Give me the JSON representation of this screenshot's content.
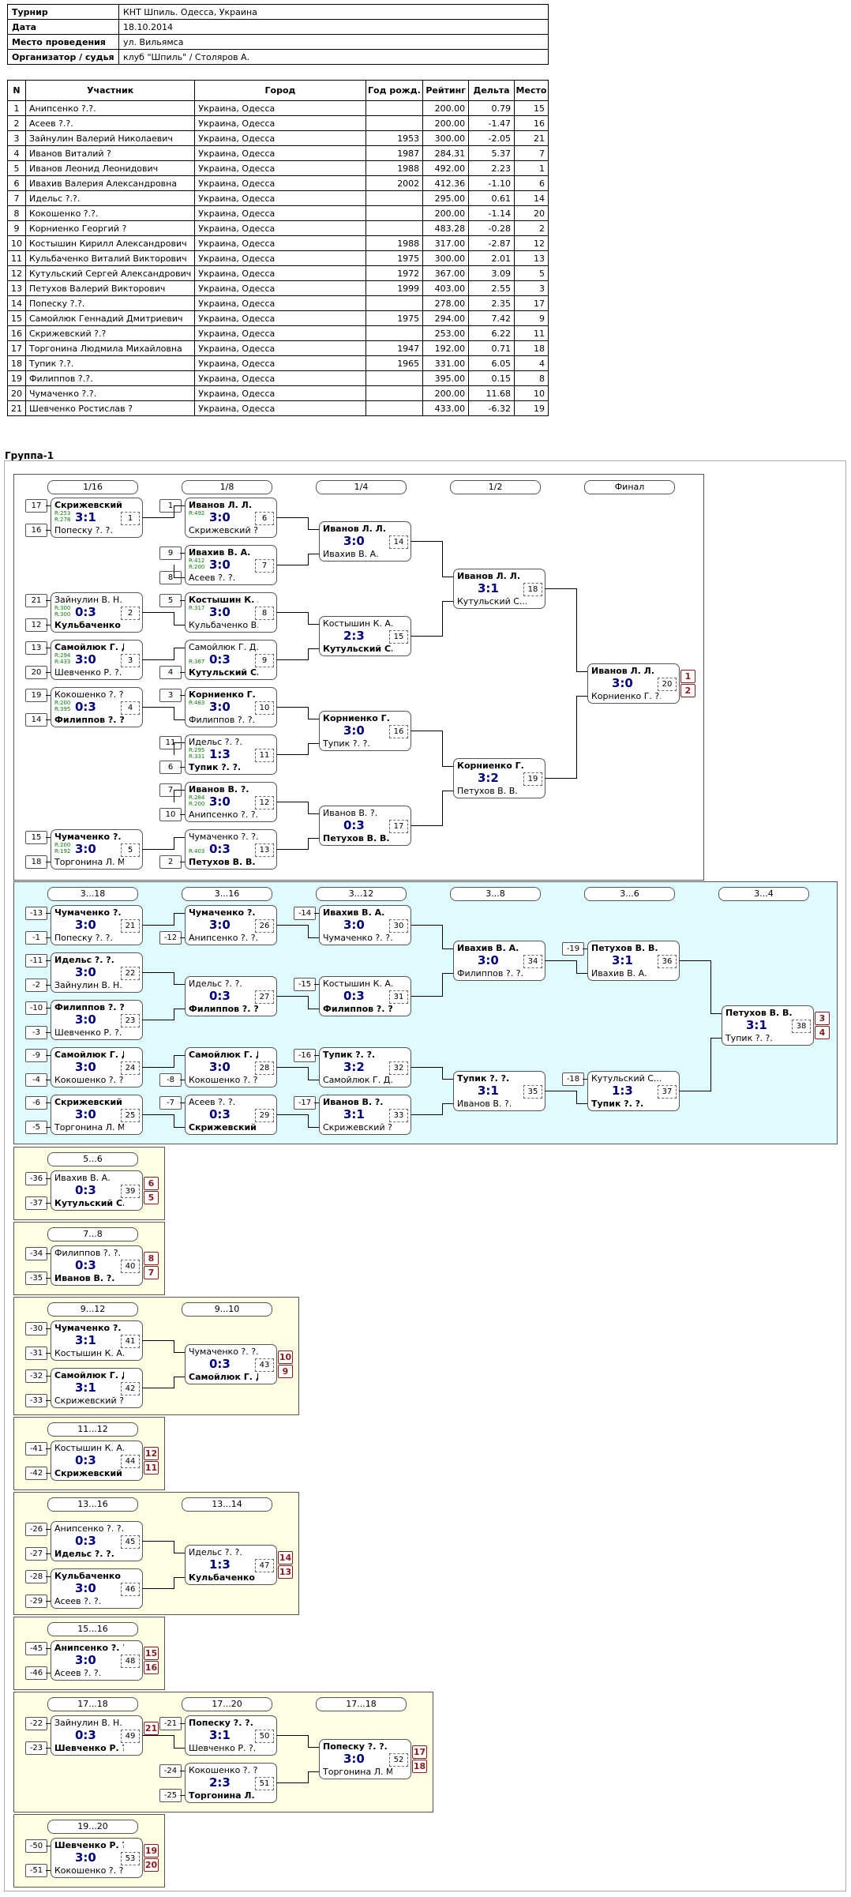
{
  "info": [
    {
      "k": "Турнир",
      "v": "КНТ Шпиль. Одесса, Украина"
    },
    {
      "k": "Дата",
      "v": "18.10.2014"
    },
    {
      "k": "Место проведения",
      "v": "ул. Вильямса"
    },
    {
      "k": "Организатор / судья",
      "v": "клуб \"Шпиль\" / Столяров А."
    }
  ],
  "participants": {
    "headers": [
      "N",
      "Участник",
      "Город",
      "Год рожд.",
      "Рейтинг",
      "Дельта",
      "Место"
    ],
    "rows": [
      [
        "1",
        "Анипсенко ?.?.",
        "Украина, Одесса",
        "",
        "200.00",
        "0.79",
        "15"
      ],
      [
        "2",
        "Асеев ?.?.",
        "Украина, Одесса",
        "",
        "200.00",
        "-1.47",
        "16"
      ],
      [
        "3",
        "Зайнулин Валерий Николаевич",
        "Украина, Одесса",
        "1953",
        "300.00",
        "-2.05",
        "21"
      ],
      [
        "4",
        "Иванов Виталий ?",
        "Украина, Одесса",
        "1987",
        "284.31",
        "5.37",
        "7"
      ],
      [
        "5",
        "Иванов Леонид Леонидович",
        "Украина, Одесса",
        "1988",
        "492.00",
        "2.23",
        "1"
      ],
      [
        "6",
        "Ивахив Валерия Александровна",
        "Украина, Одесса",
        "2002",
        "412.36",
        "-1.10",
        "6"
      ],
      [
        "7",
        "Идельс ?.?.",
        "Украина, Одесса",
        "",
        "295.00",
        "0.61",
        "14"
      ],
      [
        "8",
        "Кокошенко ?.?.",
        "Украина, Одесса",
        "",
        "200.00",
        "-1.14",
        "20"
      ],
      [
        "9",
        "Корниенко Георгий ?",
        "Украина, Одесса",
        "",
        "483.28",
        "-0.28",
        "2"
      ],
      [
        "10",
        "Костышин Кирилл Александрович",
        "Украина, Одесса",
        "1988",
        "317.00",
        "-2.87",
        "12"
      ],
      [
        "11",
        "Кульбаченко Виталий Викторович",
        "Украина, Одесса",
        "1975",
        "300.00",
        "2.01",
        "13"
      ],
      [
        "12",
        "Кутульский Сергей Александрович",
        "Украина, Одесса",
        "1972",
        "367.00",
        "3.09",
        "5"
      ],
      [
        "13",
        "Петухов Валерий Викторович",
        "Украина, Одесса",
        "1999",
        "403.00",
        "2.55",
        "3"
      ],
      [
        "14",
        "Попеску ?.?.",
        "Украина, Одесса",
        "",
        "278.00",
        "2.35",
        "17"
      ],
      [
        "15",
        "Самойлюк Геннадий Дмитриевич",
        "Украина, Одесса",
        "1975",
        "294.00",
        "7.42",
        "9"
      ],
      [
        "16",
        "Скрижевский ?.?",
        "Украина, Одесса",
        "",
        "253.00",
        "6.22",
        "11"
      ],
      [
        "17",
        "Торгонина Людмила Михайловна",
        "Украина, Одесса",
        "1947",
        "192.00",
        "0.71",
        "18"
      ],
      [
        "18",
        "Тупик ?.?.",
        "Украина, Одесса",
        "1965",
        "331.00",
        "6.05",
        "4"
      ],
      [
        "19",
        "Филиппов ?.?.",
        "Украина, Одесса",
        "",
        "395.00",
        "0.15",
        "8"
      ],
      [
        "20",
        "Чумаченко ?.?.",
        "Украина, Одесса",
        "",
        "200.00",
        "11.68",
        "10"
      ],
      [
        "21",
        "Шевченко Ростислав ?",
        "Украина, Одесса",
        "",
        "433.00",
        "-6.32",
        "19"
      ]
    ]
  },
  "group_title": "Группа-1",
  "colors": {
    "score": "#000080",
    "rating": "#0a7d0a",
    "place": "#8b1a1a",
    "consolation_bg": "#e0fbfd",
    "lower_bg": "#ffffe4"
  },
  "panels": [
    {
      "id": "main",
      "rounds": [
        "1/16",
        "1/8",
        "1/4",
        "1/2",
        "Финал"
      ],
      "matches": [
        {
          "p1": "Скрижевский ?...",
          "p2": "Попеску ?. ?.",
          "w": 1,
          "score": "3:1",
          "num": "1",
          "r1": "R:253",
          "r2": "R:278",
          "s1": "17",
          "s2": "16"
        },
        {
          "p1": "Зайнулин В. Н.",
          "p2": "Кульбаченко В...",
          "w": 2,
          "score": "0:3",
          "num": "2",
          "r1": "R:300",
          "r2": "R:300",
          "s1": "21",
          "s2": "12"
        },
        {
          "p1": "Самойлюк Г. Д.",
          "p2": "Шевченко Р. ?.",
          "w": 1,
          "score": "3:0",
          "num": "3",
          "r1": "R:294",
          "r2": "R:433",
          "s1": "13",
          "s2": "20"
        },
        {
          "p1": "Кокошенко ?. ?.",
          "p2": "Филиппов ?. ?.",
          "w": 2,
          "score": "0:3",
          "num": "4",
          "r1": "R:200",
          "r2": "R:395",
          "s1": "19",
          "s2": "14"
        },
        {
          "p1": "Чумаченко ?. ?.",
          "p2": "Торгонина Л. М.",
          "w": 1,
          "score": "3:0",
          "num": "5",
          "r1": "R:200",
          "r2": "R:192",
          "s1": "15",
          "s2": "18"
        },
        {
          "p1": "Иванов Л. Л.",
          "p2": "Скрижевский ?...",
          "w": 1,
          "score": "3:0",
          "num": "6",
          "r1": "R:492",
          "r2": "",
          "s1": "1",
          "s2": ""
        },
        {
          "p1": "Ивахив В. А.",
          "p2": "Асеев ?. ?.",
          "w": 1,
          "score": "3:0",
          "num": "7",
          "r1": "R:412",
          "r2": "R:200",
          "s1": "9",
          "s2": "8"
        },
        {
          "p1": "Костышин К. А.",
          "p2": "Кульбаченко В...",
          "w": 1,
          "score": "3:0",
          "num": "8",
          "r1": "R:317",
          "r2": "",
          "s1": "5",
          "s2": ""
        },
        {
          "p1": "Самойлюк Г. Д.",
          "p2": "Кутульский С...",
          "w": 2,
          "score": "0:3",
          "num": "9",
          "r1": "",
          "r2": "R:367",
          "s1": "",
          "s2": "4"
        },
        {
          "p1": "Корниенко Г. ?.",
          "p2": "Филиппов ?. ?.",
          "w": 1,
          "score": "3:0",
          "num": "10",
          "r1": "R:483",
          "r2": "",
          "s1": "3",
          "s2": ""
        },
        {
          "p1": "Идельс ?. ?.",
          "p2": "Тупик ?. ?.",
          "w": 2,
          "score": "1:3",
          "num": "11",
          "r1": "R:295",
          "r2": "R:331",
          "s1": "11",
          "s2": "6"
        },
        {
          "p1": "Иванов В. ?.",
          "p2": "Анипсенко ?. ?.",
          "w": 1,
          "score": "3:0",
          "num": "12",
          "r1": "R:284",
          "r2": "R:200",
          "s1": "7",
          "s2": "10"
        },
        {
          "p1": "Чумаченко ?. ?.",
          "p2": "Петухов В. В.",
          "w": 2,
          "score": "0:3",
          "num": "13",
          "r1": "",
          "r2": "R:403",
          "s1": "",
          "s2": "2"
        },
        {
          "p1": "Иванов Л. Л.",
          "p2": "Ивахив В. А.",
          "w": 1,
          "score": "3:0",
          "num": "14"
        },
        {
          "p1": "Костышин К. А.",
          "p2": "Кутульский С...",
          "w": 2,
          "score": "2:3",
          "num": "15"
        },
        {
          "p1": "Корниенко Г. ?.",
          "p2": "Тупик ?. ?.",
          "w": 1,
          "score": "3:0",
          "num": "16"
        },
        {
          "p1": "Иванов В. ?.",
          "p2": "Петухов В. В.",
          "w": 2,
          "score": "0:3",
          "num": "17"
        },
        {
          "p1": "Иванов Л. Л.",
          "p2": "Кутульский С...",
          "w": 1,
          "score": "3:1",
          "num": "18"
        },
        {
          "p1": "Корниенко Г. ?.",
          "p2": "Петухов В. В.",
          "w": 1,
          "score": "3:2",
          "num": "19"
        },
        {
          "p1": "Иванов Л. Л.",
          "p2": "Корниенко Г. ?.",
          "w": 1,
          "score": "3:0",
          "num": "20",
          "pl1": "1",
          "pl2": "2"
        }
      ]
    },
    {
      "id": "cons",
      "rounds": [
        "3...18",
        "3...16",
        "3...12",
        "3...8",
        "3...6",
        "3...4"
      ],
      "matches": [
        {
          "p1": "Чумаченко ?. ?.",
          "p2": "Попеску ?. ?.",
          "w": 1,
          "score": "3:0",
          "num": "21",
          "s1": "-13",
          "s2": "-1"
        },
        {
          "p1": "Идельс ?. ?.",
          "p2": "Зайнулин В. Н.",
          "w": 1,
          "score": "3:0",
          "num": "22",
          "s1": "-11",
          "s2": "-2"
        },
        {
          "p1": "Филиппов ?. ?.",
          "p2": "Шевченко Р. ?.",
          "w": 1,
          "score": "3:0",
          "num": "23",
          "s1": "-10",
          "s2": "-3"
        },
        {
          "p1": "Самойлюк Г. Д.",
          "p2": "Кокошенко ?. ?.",
          "w": 1,
          "score": "3:0",
          "num": "24",
          "s1": "-9",
          "s2": "-4"
        },
        {
          "p1": "Скрижевский ?...",
          "p2": "Торгонина Л. М.",
          "w": 1,
          "score": "3:0",
          "num": "25",
          "s1": "-6",
          "s2": "-5"
        },
        {
          "p1": "Чумаченко ?. ?.",
          "p2": "Анипсенко ?. ?.",
          "w": 1,
          "score": "3:0",
          "num": "26",
          "s2": "-12"
        },
        {
          "p1": "Идельс ?. ?.",
          "p2": "Филиппов ?. ?.",
          "w": 2,
          "score": "0:3",
          "num": "27"
        },
        {
          "p1": "Самойлюк Г. Д.",
          "p2": "Кокошенко ?. ?.",
          "w": 1,
          "score": "3:0",
          "num": "28",
          "s2": "-8"
        },
        {
          "p1": "Асеев ?. ?.",
          "p2": "Скрижевский ?...",
          "w": 2,
          "score": "0:3",
          "num": "29",
          "s1": "-7"
        },
        {
          "p1": "Ивахив В. А.",
          "p2": "Чумаченко ?. ?.",
          "w": 1,
          "score": "3:0",
          "num": "30",
          "s1": "-14"
        },
        {
          "p1": "Костышин К. А.",
          "p2": "Филиппов ?. ?.",
          "w": 2,
          "score": "0:3",
          "num": "31",
          "s1": "-15"
        },
        {
          "p1": "Тупик ?. ?.",
          "p2": "Самойлюк Г. Д.",
          "w": 1,
          "score": "3:2",
          "num": "32",
          "s1": "-16"
        },
        {
          "p1": "Иванов В. ?.",
          "p2": "Скрижевский ?...",
          "w": 1,
          "score": "3:1",
          "num": "33",
          "s1": "-17"
        },
        {
          "p1": "Ивахив В. А.",
          "p2": "Филиппов ?. ?.",
          "w": 1,
          "score": "3:0",
          "num": "34"
        },
        {
          "p1": "Тупик ?. ?.",
          "p2": "Иванов В. ?.",
          "w": 1,
          "score": "3:1",
          "num": "35"
        },
        {
          "p1": "Петухов В. В.",
          "p2": "Ивахив В. А.",
          "w": 1,
          "score": "3:1",
          "num": "36",
          "s1": "-19"
        },
        {
          "p1": "Кутульский С...",
          "p2": "Тупик ?. ?.",
          "w": 2,
          "score": "1:3",
          "num": "37",
          "s1": "-18"
        },
        {
          "p1": "Петухов В. В.",
          "p2": "Тупик ?. ?.",
          "w": 1,
          "score": "3:1",
          "num": "38",
          "pl1": "3",
          "pl2": "4"
        }
      ]
    },
    {
      "id": "p56",
      "rounds": [
        "5...6"
      ],
      "matches": [
        {
          "p1": "Ивахив В. А.",
          "p2": "Кутульский С...",
          "w": 2,
          "score": "0:3",
          "num": "39",
          "s1": "-36",
          "s2": "-37",
          "pl1": "6",
          "pl2": "5"
        }
      ]
    },
    {
      "id": "p78",
      "rounds": [
        "7...8"
      ],
      "matches": [
        {
          "p1": "Филиппов ?. ?.",
          "p2": "Иванов В. ?.",
          "w": 2,
          "score": "0:3",
          "num": "40",
          "s1": "-34",
          "s2": "-35",
          "pl1": "8",
          "pl2": "7"
        }
      ]
    },
    {
      "id": "p912",
      "rounds": [
        "9...12",
        "9...10"
      ],
      "matches": [
        {
          "p1": "Чумаченко ?. ?.",
          "p2": "Костышин К. А.",
          "w": 1,
          "score": "3:1",
          "num": "41",
          "s1": "-30",
          "s2": "-31"
        },
        {
          "p1": "Самойлюк Г. Д.",
          "p2": "Скрижевский ?...",
          "w": 1,
          "score": "3:1",
          "num": "42",
          "s1": "-32",
          "s2": "-33"
        },
        {
          "p1": "Чумаченко ?. ?.",
          "p2": "Самойлюк Г. Д.",
          "w": 2,
          "score": "0:3",
          "num": "43",
          "pl1": "10",
          "pl2": "9"
        }
      ]
    },
    {
      "id": "p1112",
      "rounds": [
        "11...12"
      ],
      "matches": [
        {
          "p1": "Костышин К. А.",
          "p2": "Скрижевский ?...",
          "w": 2,
          "score": "0:3",
          "num": "44",
          "s1": "-41",
          "s2": "-42",
          "pl1": "12",
          "pl2": "11"
        }
      ]
    },
    {
      "id": "p1316",
      "rounds": [
        "13...16",
        "13...14"
      ],
      "matches": [
        {
          "p1": "Анипсенко ?. ?.",
          "p2": "Идельс ?. ?.",
          "w": 2,
          "score": "0:3",
          "num": "45",
          "s1": "-26",
          "s2": "-27"
        },
        {
          "p1": "Кульбаченко В...",
          "p2": "Асеев ?. ?.",
          "w": 1,
          "score": "3:0",
          "num": "46",
          "s1": "-28",
          "s2": "-29"
        },
        {
          "p1": "Идельс ?. ?.",
          "p2": "Кульбаченко В...",
          "w": 2,
          "score": "1:3",
          "num": "47",
          "pl1": "14",
          "pl2": "13"
        }
      ]
    },
    {
      "id": "p1516",
      "rounds": [
        "15...16"
      ],
      "matches": [
        {
          "p1": "Анипсенко ?. ?.",
          "p2": "Асеев ?. ?.",
          "w": 1,
          "score": "3:0",
          "num": "48",
          "s1": "-45",
          "s2": "-46",
          "pl1": "15",
          "pl2": "16"
        }
      ]
    },
    {
      "id": "p1718",
      "rounds": [
        "17...18",
        "17...20",
        "17...18"
      ],
      "matches": [
        {
          "p1": "Зайнулин В. Н.",
          "p2": "Шевченко Р. ?.",
          "w": 2,
          "score": "0:3",
          "num": "49",
          "s1": "-22",
          "s2": "-23",
          "pl1": "21"
        },
        {
          "p1": "Попеску ?. ?.",
          "p2": "Шевченко Р. ?.",
          "w": 1,
          "score": "3:1",
          "num": "50",
          "s1": "-21"
        },
        {
          "p1": "Кокошенко ?. ?.",
          "p2": "Торгонина Л. М.",
          "w": 2,
          "score": "2:3",
          "num": "51",
          "s1": "-24",
          "s2": "-25"
        },
        {
          "p1": "Попеску ?. ?.",
          "p2": "Торгонина Л. М.",
          "w": 1,
          "score": "3:0",
          "num": "52",
          "pl1": "17",
          "pl2": "18"
        }
      ]
    },
    {
      "id": "p1920",
      "rounds": [
        "19...20"
      ],
      "matches": [
        {
          "p1": "Шевченко Р. ?.",
          "p2": "Кокошенко ?. ?.",
          "w": 1,
          "score": "3:0",
          "num": "53",
          "s1": "-50",
          "s2": "-51",
          "pl1": "19",
          "pl2": "20"
        }
      ]
    }
  ]
}
